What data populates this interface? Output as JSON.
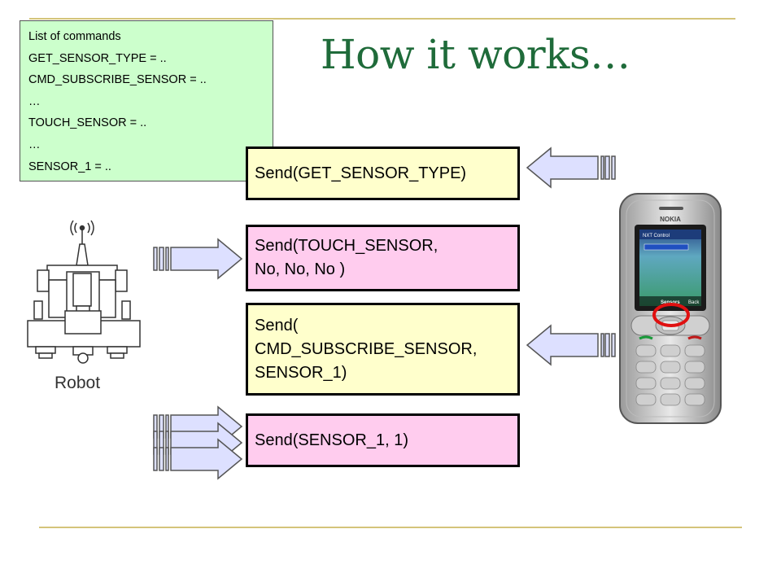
{
  "title": "How it works…",
  "commands": [
    "List of commands",
    "GET_SENSOR_TYPE = ..",
    "CMD_SUBSCRIBE_SENSOR = ..",
    "…",
    "TOUCH_SENSOR = ..",
    "…",
    "SENSOR_1 = .."
  ],
  "messages": [
    {
      "lines": [
        "Send(GET_SENSOR_TYPE)"
      ],
      "direction": "from-phone",
      "color": "#ffffcc"
    },
    {
      "lines": [
        "Send(TOUCH_SENSOR,",
        "No, No, No )"
      ],
      "direction": "from-robot",
      "color": "#ffccee"
    },
    {
      "lines": [
        "Send(",
        "CMD_SUBSCRIBE_SENSOR,",
        "SENSOR_1)"
      ],
      "direction": "from-phone",
      "color": "#ffffcc"
    },
    {
      "lines": [
        "Send(SENSOR_1, 1)"
      ],
      "direction": "from-robot",
      "color": "#ffccee"
    }
  ],
  "robot": {
    "label": "Robot"
  },
  "phone": {
    "brand": "NOKIA",
    "screen_title": "NXT Control",
    "softkey_label": "Sensors",
    "softkey_back": "Back"
  },
  "colors": {
    "title": "#1f6b3a",
    "commands_bg": "#ccffcc",
    "arrow_fill": "#dde0ff",
    "highlight_ring": "#e01010",
    "rule": "#d4c47a"
  }
}
